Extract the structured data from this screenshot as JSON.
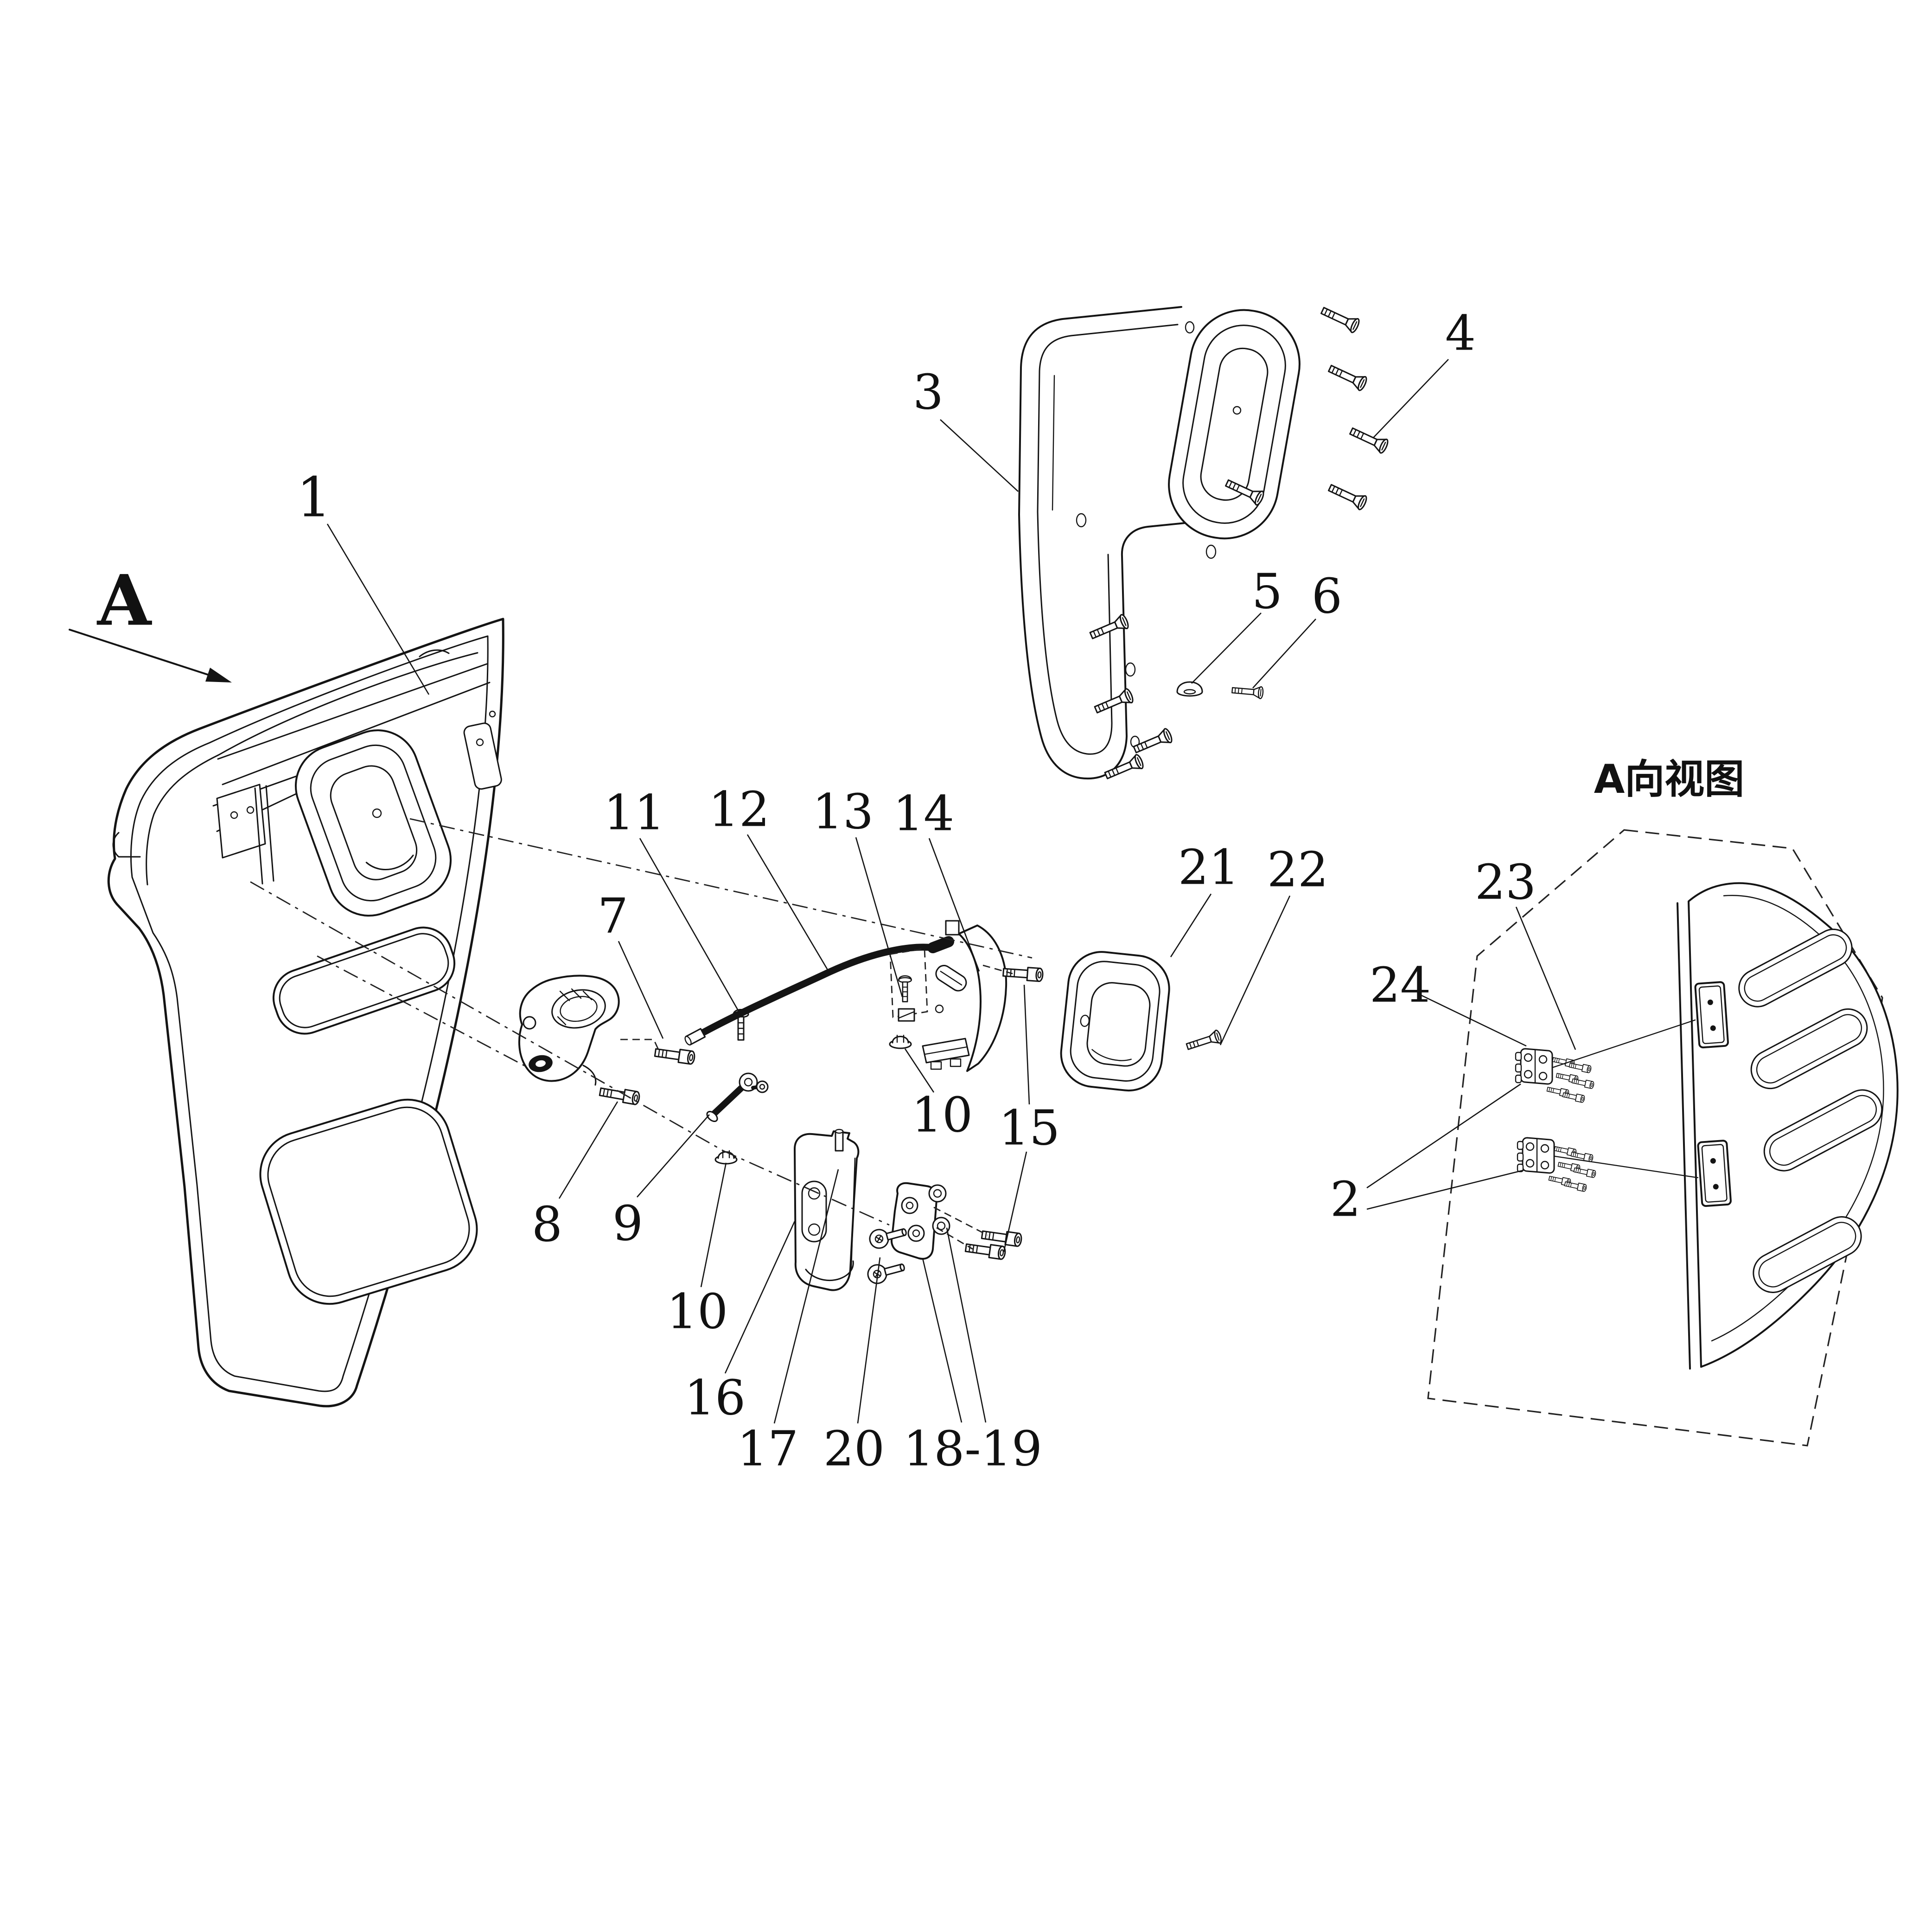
{
  "figure": {
    "kind": "exploded parts diagram",
    "subject": "vehicle door assembly with inner panel, latch mechanism, handles and hinges",
    "line_color": "#141414",
    "background": "#ffffff"
  },
  "view_arrow": {
    "text": "A"
  },
  "section_title": {
    "text": "A向视图"
  },
  "callouts": {
    "c1": {
      "text": "1"
    },
    "c2": {
      "text": "2"
    },
    "c3": {
      "text": "3"
    },
    "c4": {
      "text": "4"
    },
    "c5": {
      "text": "5"
    },
    "c6": {
      "text": "6"
    },
    "c7": {
      "text": "7"
    },
    "c8": {
      "text": "8"
    },
    "c9": {
      "text": "9"
    },
    "c10a": {
      "text": "10"
    },
    "c10b": {
      "text": "10"
    },
    "c11": {
      "text": "11"
    },
    "c12": {
      "text": "12"
    },
    "c13": {
      "text": "13"
    },
    "c14": {
      "text": "14"
    },
    "c15": {
      "text": "15"
    },
    "c16": {
      "text": "16"
    },
    "c17": {
      "text": "17"
    },
    "c1819": {
      "text": "18-19"
    },
    "c20": {
      "text": "20"
    },
    "c21": {
      "text": "21"
    },
    "c22": {
      "text": "22"
    },
    "c23": {
      "text": "23"
    },
    "c24": {
      "text": "24"
    }
  }
}
